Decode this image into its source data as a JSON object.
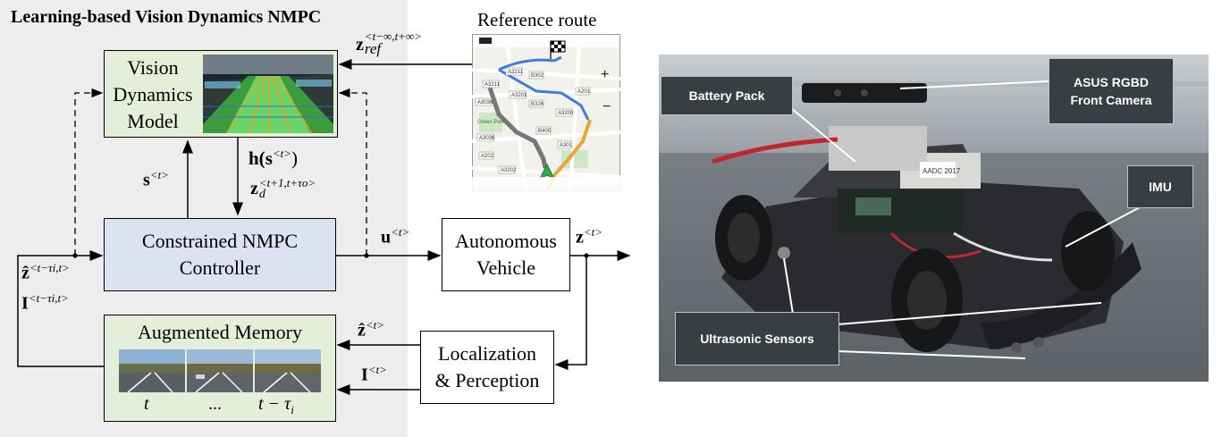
{
  "title": "Learning-based Vision Dynamics NMPC",
  "blocks": {
    "vision_model": {
      "line1": "Vision",
      "line2": "Dynamics",
      "line3": "Model"
    },
    "controller": {
      "line1": "Constrained NMPC",
      "line2": "Controller"
    },
    "vehicle": {
      "line1": "Autonomous",
      "line2": "Vehicle"
    },
    "memory": {
      "title": "Augmented Memory",
      "frame_labels": [
        "t",
        "...",
        "t − τ"
      ]
    },
    "localization": {
      "line1": "Localization",
      "line2": "& Perception"
    },
    "reference": {
      "title": "Reference route"
    }
  },
  "signals": {
    "z_ref": {
      "base": "z",
      "sub": "ref",
      "sup": "<t−∞,t+∞>"
    },
    "s": {
      "base": "s",
      "sup": "<t>"
    },
    "h": {
      "func": "h(",
      "base": "s",
      "sup": "<t>",
      "close": ")"
    },
    "z_d": {
      "base": "z",
      "sub": "d",
      "sup": "<t+1,t+τo>"
    },
    "u": {
      "base": "u",
      "sup": "<t>"
    },
    "z": {
      "base": "z",
      "sup": "<t>"
    },
    "z_hat_mem": {
      "base": "ẑ",
      "sup": "<t−τi,t>"
    },
    "I_mem": {
      "base": "I",
      "sup": "<t−τi,t>"
    },
    "z_hat": {
      "base": "ẑ",
      "sup": "<t>"
    },
    "I": {
      "base": "I",
      "sup": "<t>"
    }
  },
  "map": {
    "roads": [
      "A3211",
      "A3211",
      "B326",
      "A3203",
      "A3036",
      "A3036",
      "A202",
      "A3202",
      "B400",
      "A201",
      "A3200",
      "A301",
      "B302"
    ],
    "place_label": "Green Park"
  },
  "photo_labels": {
    "battery": "Battery Pack",
    "camera_line1": "ASUS RGBD",
    "camera_line2": "Front Camera",
    "imu": "IMU",
    "ultrasonic": "Ultrasonic Sensors",
    "sticker": "AADC 2017"
  },
  "colors": {
    "panel": "#ededed",
    "green_block": "#e4efd9",
    "blue_block": "#dbe3f2",
    "label_bg": "#3a3d42"
  }
}
